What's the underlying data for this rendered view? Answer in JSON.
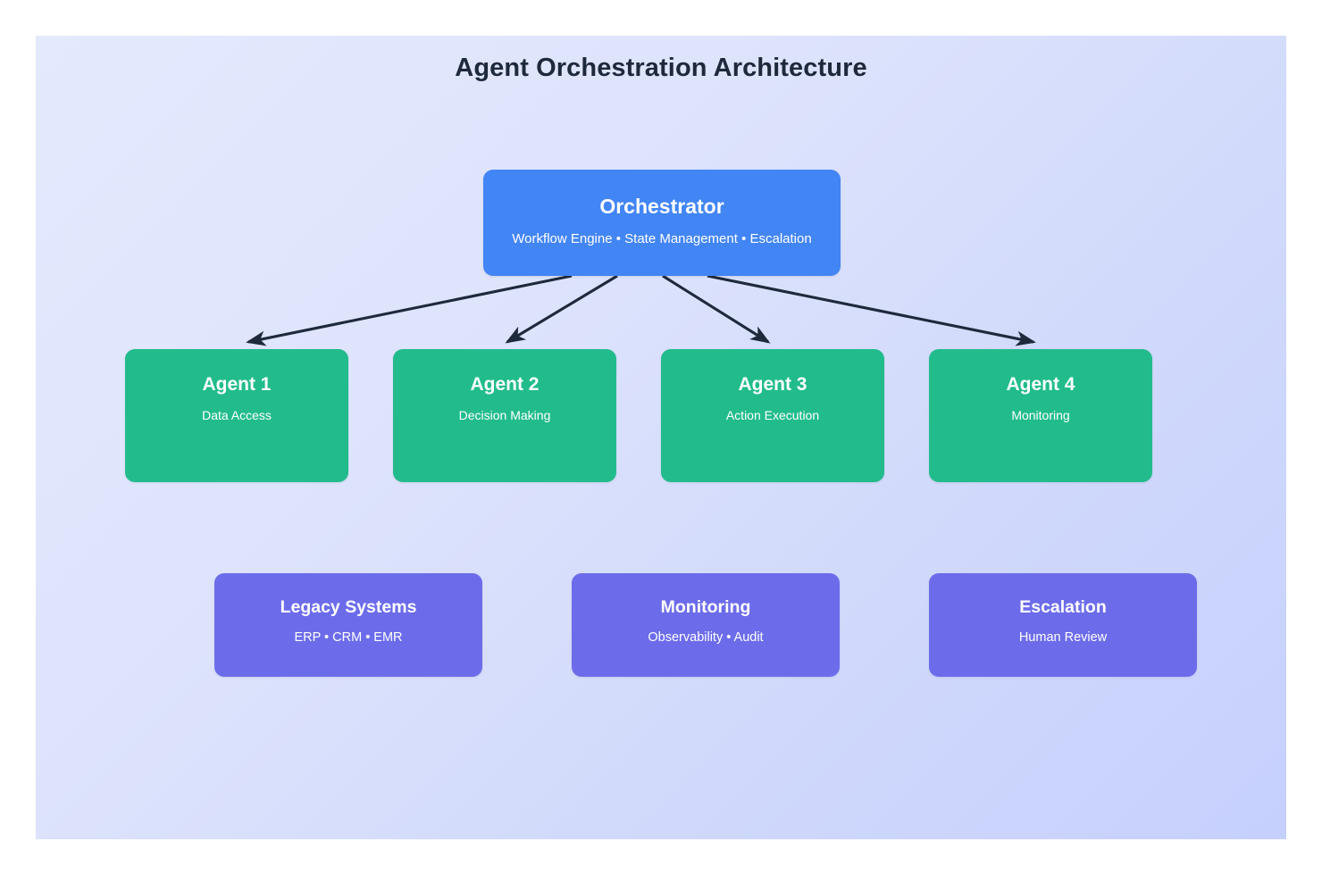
{
  "page": {
    "title": "Agent Orchestration Architecture",
    "background": "#ffffff",
    "canvas_gradient_from": "#e4e9fd",
    "canvas_gradient_to": "#c6d0fd"
  },
  "colors": {
    "title_text": "#1e293b",
    "orchestrator": "#4285f4",
    "agent": "#22bc8c",
    "support": "#6c6ceb",
    "connector": "#1e293b",
    "node_text": "#ffffff"
  },
  "orchestrator": {
    "title": "Orchestrator",
    "subtitle": "Workflow Engine • State Management • Escalation"
  },
  "agents": [
    {
      "title": "Agent 1",
      "subtitle": "Data Access"
    },
    {
      "title": "Agent 2",
      "subtitle": "Decision Making"
    },
    {
      "title": "Agent 3",
      "subtitle": "Action Execution"
    },
    {
      "title": "Agent 4",
      "subtitle": "Monitoring"
    }
  ],
  "support": [
    {
      "title": "Legacy Systems",
      "subtitle": "ERP • CRM • EMR"
    },
    {
      "title": "Monitoring",
      "subtitle": "Observability • Audit"
    },
    {
      "title": "Escalation",
      "subtitle": "Human Review"
    }
  ],
  "connectors": [
    {
      "from": "Orchestrator",
      "to": "Agent 1"
    },
    {
      "from": "Orchestrator",
      "to": "Agent 2"
    },
    {
      "from": "Orchestrator",
      "to": "Agent 3"
    },
    {
      "from": "Orchestrator",
      "to": "Agent 4"
    }
  ]
}
